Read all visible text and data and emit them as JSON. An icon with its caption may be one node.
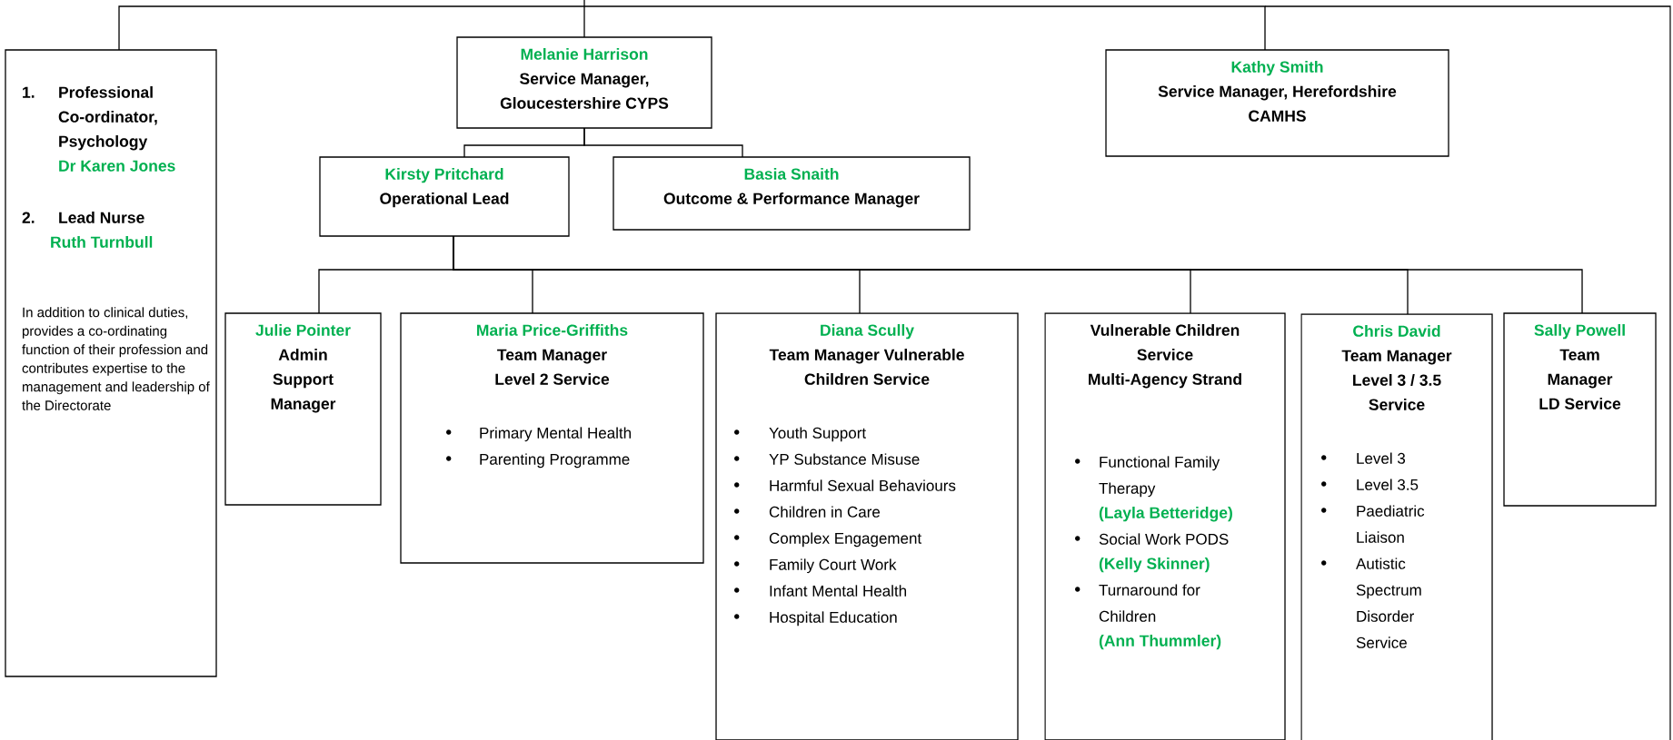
{
  "diagram": {
    "nodes": [
      {
        "text": [
          "1.",
          "Professional Co-ordinator, Psychology",
          "Dr Karen Jones",
          "2.",
          "Lead Nurse",
          "Ruth Turnbull",
          "In addition to clinical duties, provides a co-ordinating function of their profession and contributes expertise to the management and leadership of the Directorate"
        ]
      },
      {
        "text": [
          "Melanie Harrison",
          "Service Manager, Gloucestershire CYPS"
        ]
      },
      {
        "text": [
          "Kathy Smith",
          "Service Manager, Herefordshire CAMHS"
        ]
      },
      {
        "text": [
          "Kirsty Pritchard",
          "Operational Lead"
        ]
      },
      {
        "text": [
          "Basia Snaith",
          "Outcome & Performance Manager"
        ]
      },
      {
        "text": [
          "Julie Pointer",
          "Admin Support Manager"
        ]
      },
      {
        "text": [
          "Maria Price-Griffiths",
          "Team Manager Level 2 Service",
          "Primary Mental Health",
          "Parenting Programme"
        ]
      },
      {
        "text": [
          "Diana Scully",
          "Team Manager Vulnerable Children Service",
          "Youth Support",
          "YP Substance Misuse",
          "Harmful Sexual Behaviours",
          "Children in Care",
          "Complex Engagement",
          "Family Court Work",
          "Infant Mental Health",
          "Hospital Education"
        ]
      },
      {
        "text": [
          "Vulnerable Children Service",
          "Multi-Agency Strand",
          "Functional Family Therapy",
          "(Layla Betteridge)",
          "Social Work PODS",
          "(Kelly Skinner)",
          "Turnaround for Children",
          "(Ann Thummler)"
        ]
      },
      {
        "text": [
          "Chris David",
          "Team Manager Level 3 / 3.5 Service",
          "Level 3",
          "Level 3.5",
          "Paediatric Liaison",
          "Autistic Spectrum Disorder Service"
        ]
      },
      {
        "text": [
          "Sally Powell",
          "Team Manager LD Service"
        ]
      }
    ],
    "edges": [
      {
        "from": null,
        "to": 1,
        "arrow": "none"
      },
      {
        "from": null,
        "to": 0,
        "arrow": "none"
      },
      {
        "from": null,
        "to": 2,
        "arrow": "none"
      },
      {
        "from": 1,
        "to": 3,
        "arrow": "none"
      },
      {
        "from": 1,
        "to": 4,
        "arrow": "none"
      },
      {
        "from": 3,
        "to": 5,
        "arrow": "none"
      },
      {
        "from": 3,
        "to": 6,
        "arrow": "none"
      },
      {
        "from": 3,
        "to": 7,
        "arrow": "none"
      },
      {
        "from": 3,
        "to": 8,
        "arrow": "none"
      },
      {
        "from": 3,
        "to": 9,
        "arrow": "none"
      },
      {
        "from": 3,
        "to": 10,
        "arrow": "none"
      }
    ]
  }
}
